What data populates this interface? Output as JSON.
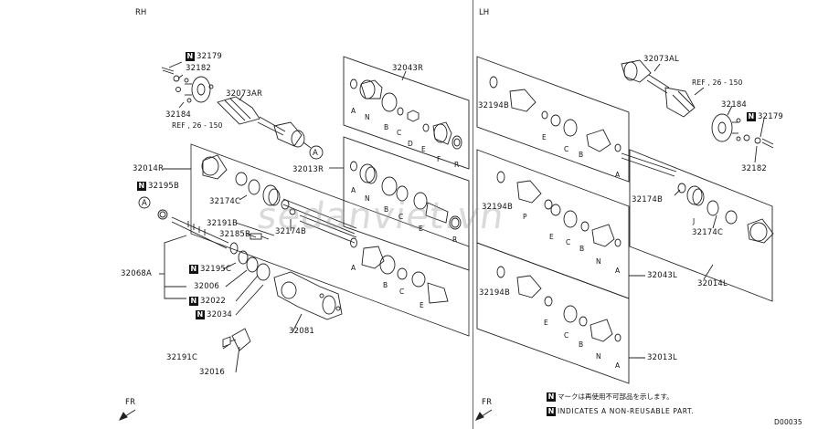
{
  "sides": {
    "rh": "RH",
    "lh": "LH"
  },
  "front_markers": {
    "rh": "FR",
    "lh": "FR"
  },
  "diagram_code": "D00035",
  "watermark": "sedanviet.vn",
  "notes": {
    "japanese": "マークは再使用不可部品を示します。",
    "english": "INDICATES A NON-REUSABLE PART.",
    "badge": "N"
  },
  "rh": {
    "p32179": "32179",
    "p32182": "32182",
    "p32184": "32184",
    "ref": "REF , 26 - 150",
    "p32073AR": "32073AR",
    "p32043R": "32043R",
    "p32013R": "32013R",
    "p32014R": "32014R",
    "p32195B": "32195B",
    "p32174C": "32174C",
    "p32191B": "32191B",
    "p32185B": "32185B",
    "p32174B": "32174B",
    "p32068A": "32068A",
    "p32195C": "32195C",
    "p32006": "32006",
    "p32022": "32022",
    "p32034": "32034",
    "p32081": "32081",
    "p32191C": "32191C",
    "p32016": "32016",
    "callout": "A",
    "letters43": [
      "A",
      "N",
      "B",
      "C",
      "D",
      "E",
      "F",
      "R"
    ],
    "letters13": [
      "A",
      "N",
      "B",
      "C",
      "E",
      "R"
    ],
    "letters14": [
      "A",
      "B",
      "C",
      "E"
    ]
  },
  "lh": {
    "p32073AL": "32073AL",
    "ref": "REF , 26 - 150",
    "p32184": "32184",
    "p32179": "32179",
    "p32182": "32182",
    "p32194B_1": "32194B",
    "p32194B_2": "32194B",
    "p32194B_3": "32194B",
    "p32174B": "32174B",
    "p32174C": "32174C",
    "p32014L": "32014L",
    "p32043L": "32043L",
    "p32013L": "32013L",
    "letters1": [
      "E",
      "C",
      "B",
      "A"
    ],
    "letters2": [
      "P",
      "E",
      "C",
      "B",
      "N",
      "A"
    ],
    "letters3": [
      "E",
      "C",
      "B",
      "N",
      "A"
    ],
    "letter_J": "J"
  }
}
